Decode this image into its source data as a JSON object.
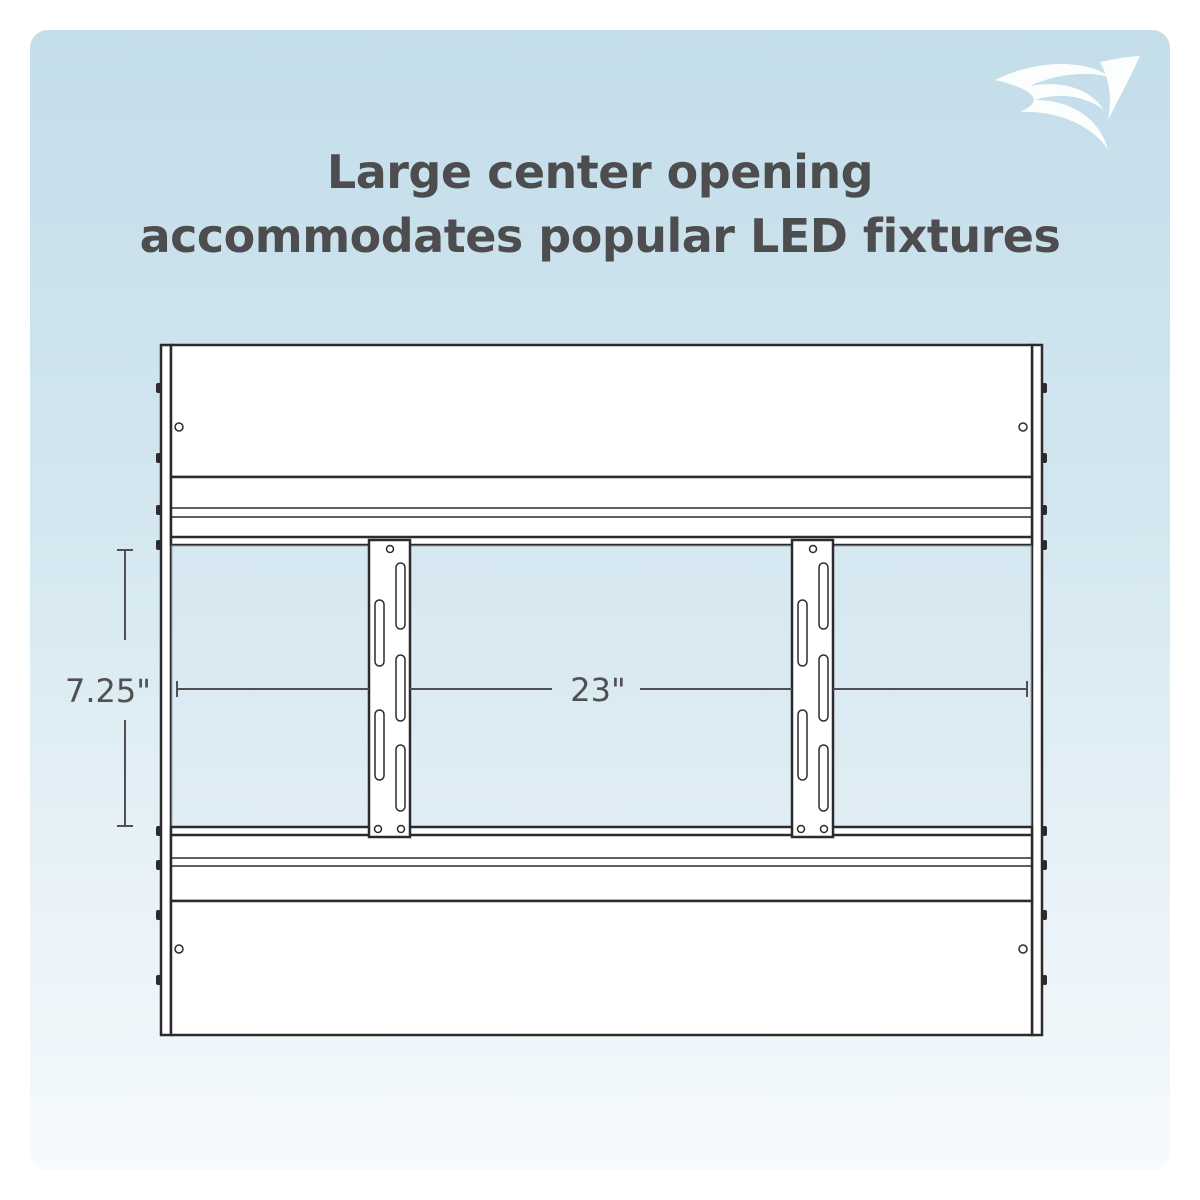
{
  "headline": {
    "line1": "Large center opening",
    "line2": "accommodates popular LED fixtures"
  },
  "logo": {
    "icon": "swoosh-logo-icon"
  },
  "dimensions": {
    "height_label": "7.25\"",
    "width_label": "23\""
  },
  "colors": {
    "outline": "#2b2b2d",
    "panel_fill": "#ffffff",
    "dimension_line": "#505052",
    "headline_text": "#4d4d4f"
  }
}
